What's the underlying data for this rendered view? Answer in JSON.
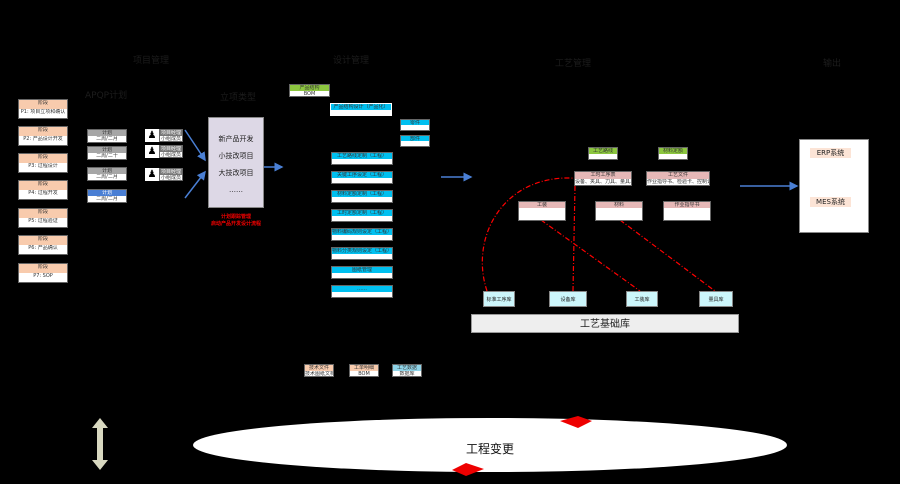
{
  "sections": {
    "project": "项目管理",
    "apqp": "APQP计划",
    "type": "立项类型",
    "design": "设计管理",
    "process": "工艺管理",
    "output": "输出"
  },
  "stages": [
    {
      "h": "阶段",
      "b": "P1: 项目立项和确认"
    },
    {
      "h": "阶段",
      "b": "P2: 产品设计开发"
    },
    {
      "h": "阶段",
      "b": "P3: 过程设计"
    },
    {
      "h": "阶段",
      "b": "P4: 过程开发"
    },
    {
      "h": "阶段",
      "b": "P5: 过程验证"
    },
    {
      "h": "阶段",
      "b": "P6: 产品确认"
    },
    {
      "h": "阶段",
      "b": "P7: SOP"
    }
  ],
  "plans": [
    {
      "h": "计划",
      "b": "二周/二月"
    },
    {
      "h": "计划",
      "b": "二周/二十"
    },
    {
      "h": "计划",
      "b": "二周/二月"
    },
    {
      "h": "计划",
      "b": "二周/二月"
    }
  ],
  "people": [
    {
      "h": "项目经理",
      "b": "小组成员"
    },
    {
      "h": "项目经理",
      "b": "小组成员"
    },
    {
      "h": "项目经理",
      "b": "小组成员"
    }
  ],
  "project_types": [
    "新产品开发",
    "小技改项目",
    "大技改项目",
    "……"
  ],
  "tracking": [
    "计划跟踪管理",
    "启动产品开发设计流程"
  ],
  "design": {
    "structure": {
      "h": "产品结构",
      "b": "BOM"
    },
    "main": "产品结构设计（产品化）",
    "parts": [
      "零件",
      "部件"
    ],
    "list": [
      "工艺路线定制（工程）",
      "关键工序设定（工程）",
      "材料定额定制（工程）",
      "工时定额定制（工程）",
      "物料编码规则设定（工程）",
      "物料分类规则设定（工程）",
      "图纸管理",
      "……"
    ]
  },
  "process": {
    "green": [
      "工艺路线",
      "材料定额"
    ],
    "upper": [
      {
        "h": "工时工序表",
        "b": "设备、夹具、刀具、量具……"
      },
      {
        "h": "工艺文件",
        "b": "作业指导书、检验卡、控制计划……"
      }
    ],
    "lower": [
      "工装",
      "材料",
      "作业指导书"
    ],
    "libs": [
      "标准工序库",
      "设备库",
      "工装库",
      "量具库"
    ],
    "base": "工艺基础库"
  },
  "legend": [
    {
      "h": "技术文件",
      "b": "技术图纸文档"
    },
    {
      "h": "工单明细",
      "b": "BOM"
    },
    {
      "h": "工艺数据",
      "b": "数据库"
    }
  ],
  "outputs": [
    "ERP系统",
    "MES系统"
  ],
  "change": "工程变更"
}
